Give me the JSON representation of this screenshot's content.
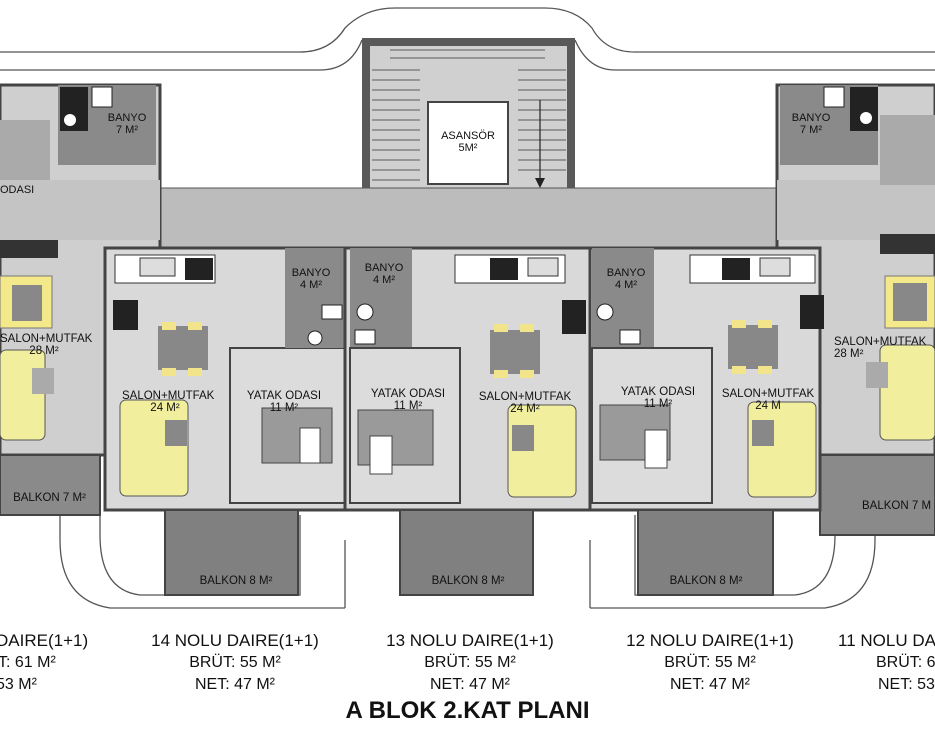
{
  "plan": {
    "title": "A BLOK 2.KAT PLANI",
    "stair_core": {
      "label": "ASANSÖR",
      "area": "5M²"
    },
    "rooms": {
      "banyo_left": {
        "name": "BANYO",
        "area": "7 M²"
      },
      "banyo_right": {
        "name": "BANYO",
        "area": "7 M²"
      },
      "odasi_left": {
        "name": "ODASI"
      },
      "salon_left": {
        "name": "SALON+MUTFAK",
        "area": "28 M²"
      },
      "salon_right": {
        "name": "SALON+MUTFAK",
        "area": "28 M²"
      },
      "balkon_left": {
        "name": "BALKON 7 M²"
      },
      "balkon_right": {
        "name": "BALKON 7 M"
      },
      "u14_salon": {
        "name": "SALON+MUTFAK",
        "area": "24 M²"
      },
      "u14_yatak": {
        "name": "YATAK ODASI",
        "area": "11 M²"
      },
      "u14_banyo": {
        "name": "BANYO",
        "area": "4 M²"
      },
      "u14_balkon": {
        "name": "BALKON 8 M²"
      },
      "u13_banyo": {
        "name": "BANYO",
        "area": "4 M²"
      },
      "u13_yatak": {
        "name": "YATAK ODASI",
        "area": "11 M²"
      },
      "u13_salon": {
        "name": "SALON+MUTFAK",
        "area": "24 M²"
      },
      "u13_balkon": {
        "name": "BALKON 8 M²"
      },
      "u12_banyo": {
        "name": "BANYO",
        "area": "4 M²"
      },
      "u12_yatak": {
        "name": "YATAK ODASI",
        "area": "11 M²"
      },
      "u12_salon": {
        "name": "SALON+MUTFAK",
        "area": "24 M"
      },
      "u12_balkon": {
        "name": "BALKON 8 M²"
      }
    },
    "units": [
      {
        "title": "DAIRE(1+1)",
        "gross": "T: 61 M²",
        "net": "53 M²"
      },
      {
        "title": "14 NOLU DAIRE(1+1)",
        "gross": "BRÜT: 55 M²",
        "net": "NET: 47 M²"
      },
      {
        "title": "13 NOLU DAIRE(1+1)",
        "gross": "BRÜT: 55 M²",
        "net": "NET: 47 M²"
      },
      {
        "title": "12 NOLU DAIRE(1+1)",
        "gross": "BRÜT: 55 M²",
        "net": "NET: 47 M²"
      },
      {
        "title": "11 NOLU DA",
        "gross": "BRÜT: 6",
        "net": "NET: 53"
      }
    ]
  },
  "colors": {
    "wall": "#4a4a4a",
    "floor": "#d9d9d9",
    "corridor": "#bdbdbd",
    "balcony": "#7f7f7f",
    "sofa": "#f1ef9e",
    "bed": "#9a9a9a"
  }
}
